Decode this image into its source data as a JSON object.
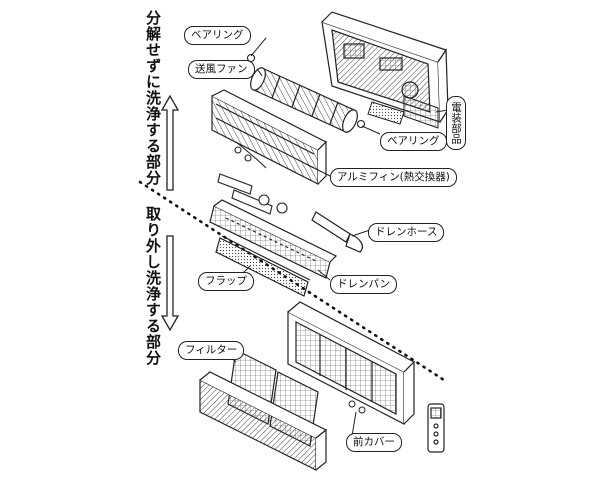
{
  "side_labels": {
    "top": "分解せずに洗浄する部分",
    "bottom": "取り外し洗浄する部分"
  },
  "callouts": {
    "bearing_top": "ベアリング",
    "blower_fan": "送風ファン",
    "electrical_parts": "電装部品",
    "bearing_right": "ベアリング",
    "aluminum_fin": "アルミフィン(熱交換器)",
    "drain_hose": "ドレンホース",
    "drain_pan": "ドレンパン",
    "flap": "フラップ",
    "filter": "フィルター",
    "front_cover": "前カバー"
  },
  "colors": {
    "ink": "#222222",
    "background": "#ffffff"
  }
}
